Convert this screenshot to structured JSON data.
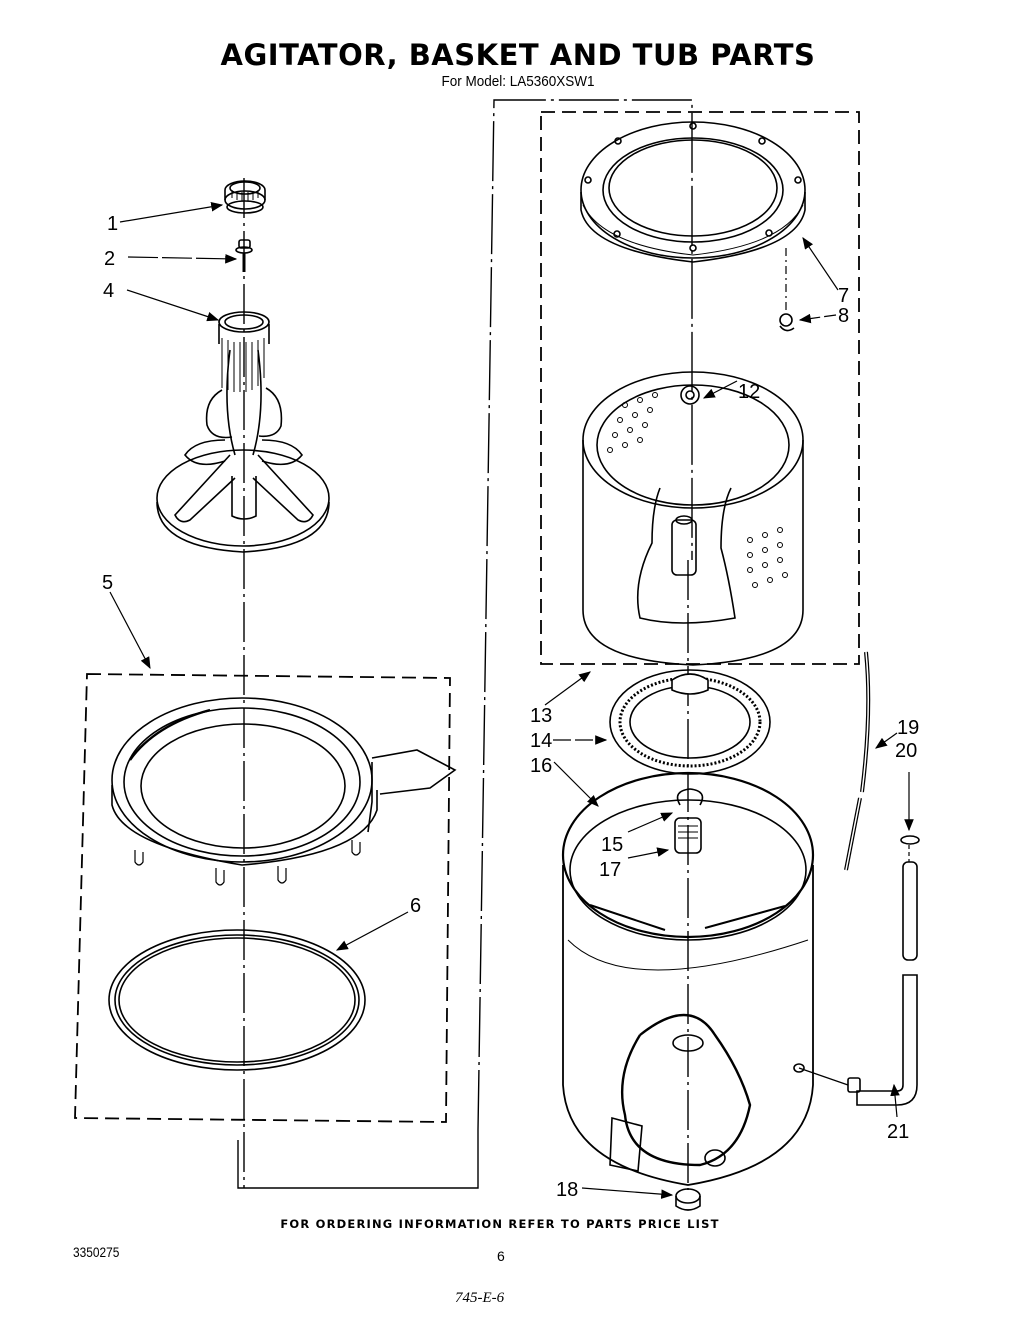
{
  "header": {
    "title": "AGITATOR, BASKET AND TUB PARTS",
    "subtitle": "For Model: LA5360XSW1"
  },
  "callouts": [
    {
      "id": "1",
      "part": "agitator-cap"
    },
    {
      "id": "2",
      "part": "agitator-bolt"
    },
    {
      "id": "4",
      "part": "agitator"
    },
    {
      "id": "5",
      "part": "tub-ring-assembly"
    },
    {
      "id": "6",
      "part": "tub-ring-seal"
    },
    {
      "id": "7",
      "part": "balance-ring"
    },
    {
      "id": "8",
      "part": "balance-ring-screw"
    },
    {
      "id": "12",
      "part": "basket-drive-nut"
    },
    {
      "id": "13",
      "part": "basket-assembly"
    },
    {
      "id": "14",
      "part": "basket-drive-hub"
    },
    {
      "id": "15",
      "part": "retaining-ring"
    },
    {
      "id": "16",
      "part": "tub"
    },
    {
      "id": "17",
      "part": "tub-seal"
    },
    {
      "id": "18",
      "part": "drain-plug"
    },
    {
      "id": "19",
      "part": "hose"
    },
    {
      "id": "20",
      "part": "hose-clamp"
    },
    {
      "id": "21",
      "part": "drain-hose"
    }
  ],
  "labels": {
    "c1": "1",
    "c2": "2",
    "c4": "4",
    "c5": "5",
    "c6": "6",
    "c7": "7",
    "c8": "8",
    "c12": "12",
    "c13": "13",
    "c14": "14",
    "c15": "15",
    "c16": "16",
    "c17": "17",
    "c18": "18",
    "c19": "19",
    "c20": "20",
    "c21": "21"
  },
  "footer": {
    "ordering_note": "FOR ORDERING INFORMATION REFER TO PARTS PRICE LIST",
    "document_number": "3350275",
    "page_number": "6",
    "handwritten_note": "745-E-6"
  }
}
